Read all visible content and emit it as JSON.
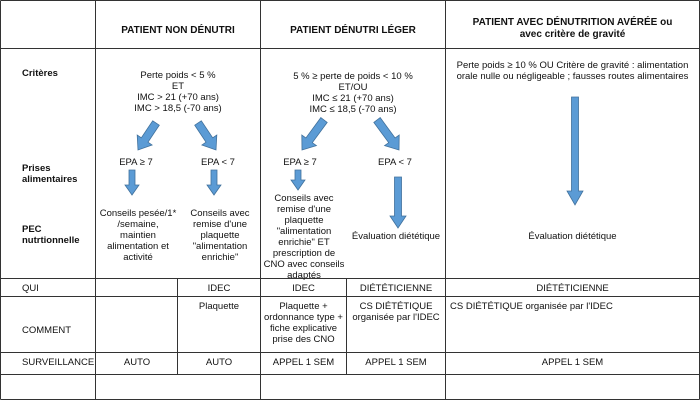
{
  "headers": {
    "col1": "PATIENT NON DÉNUTRI",
    "col2": "PATIENT  DÉNUTRI LÉGER",
    "col3": "PATIENT AVEC DÉNUTRITION AVÉRÉE ou\navec critère de gravité"
  },
  "row_labels": {
    "criteres": "Critères",
    "prises": "Prises\nalimentaires",
    "pec": "PEC\nnutrtionnelle",
    "qui": "QUI",
    "comment": "COMMENT",
    "surveillance": "SURVEILLANCE"
  },
  "criteria": {
    "col1": "Perte poids < 5 %\nET\nIMC > 21 (+70 ans)\nIMC > 18,5 (-70 ans)",
    "col2": "5 % ≥ perte de poids < 10 %\nET/OU\nIMC ≤  21 (+70 ans)\nIMC ≤ 18,5 (-70 ans)",
    "col3": "Perte poids ≥ 10 % OU Critère de gravité : alimentation\norale nulle ou négligeable ; fausses routes alimentaires"
  },
  "epa": {
    "c1a": "EPA ≥ 7",
    "c1b": "EPA < 7",
    "c2a": "EPA ≥ 7",
    "c2b": "EPA < 7"
  },
  "pec": {
    "c1a": "Conseils pesée/1*\n/semaine,\nmaintien\nalimentation et\nactivité",
    "c1b": "Conseils avec\nremise d'une\nplaquette\n\"alimentation\nenrichie\"",
    "c2a": "Conseils avec\nremise d'une\nplaquette\n\"alimentation\nenrichie\" ET\nprescription de\nCNO avec conseils\nadaptés",
    "c2b": "Évaluation diététique",
    "c3": "Évaluation diététique"
  },
  "qui": {
    "c1b": "IDEC",
    "c2a": "IDEC",
    "c2b": "DIÉTÉTICIENNE",
    "c3": "DIÉTÉTICIENNE"
  },
  "comment": {
    "c1b": "Plaquette",
    "c2a": "Plaquette +\nordonnance type +\nfiche explicative\nprise des CNO",
    "c2b": "CS DIÉTÉTIQUE\norganisée par l'IDEC",
    "c3": "CS DIÉTÉTIQUE organisée par l'IDEC"
  },
  "surveillance": {
    "c1a": "AUTO",
    "c1b": "AUTO",
    "c2a": "APPEL 1 SEM",
    "c2b": "APPEL 1 SEM",
    "c3": "APPEL 1 SEM"
  },
  "colors": {
    "arrow": "#5b9bd5",
    "arrow_stroke": "#41719c",
    "grid": "#333333"
  }
}
